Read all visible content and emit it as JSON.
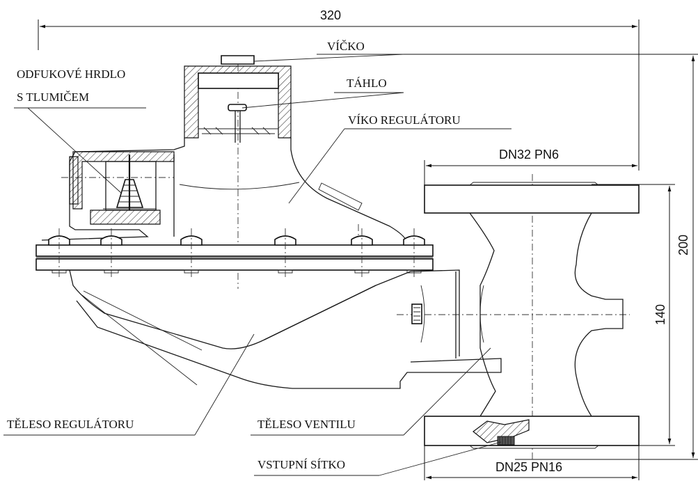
{
  "dimensions": {
    "overall_width": "320",
    "overall_height": "200",
    "flange_height": "140",
    "outlet_flange": "DN32 PN6",
    "inlet_flange": "DN25  PN16"
  },
  "labels": {
    "cap": "VÍČKO",
    "vent": "ODFUKOVÉ HRDLO",
    "vent_line2": "S TLUMIČEM",
    "rod": "TÁHLO",
    "regulator_cover": "VÍKO REGULÁTORU",
    "regulator_body": "TĚLESO REGULÁTORU",
    "valve_body": "TĚLESO VENTILU",
    "inlet_screen": "VSTUPNÍ SÍTKO"
  },
  "colors": {
    "line": "#111111",
    "background": "#ffffff"
  }
}
